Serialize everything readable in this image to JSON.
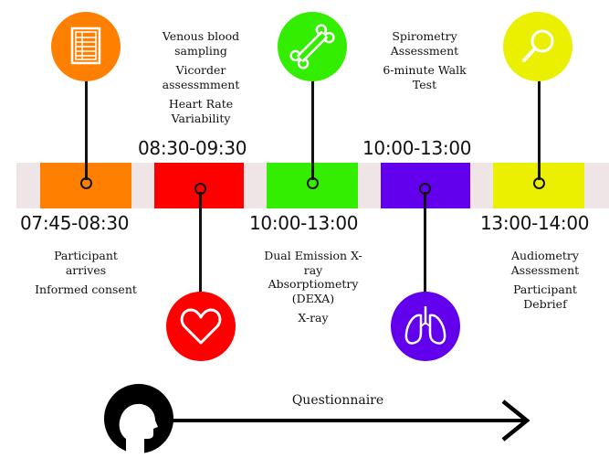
{
  "colors": {
    "orange": "#ff8000",
    "red": "#ff0000",
    "green": "#33ee00",
    "purple": "#6200ee",
    "yellow": "#eaf000",
    "band": "#efe5e6"
  },
  "stages": [
    {
      "time": "07:45-08:30",
      "icon": "document-icon",
      "descriptions": [
        "Participant arrives",
        "Informed consent"
      ]
    },
    {
      "time": "08:30-09:30",
      "icon": "heart-icon",
      "descriptions": [
        "Venous blood sampling",
        "Vicorder assessmment",
        "Heart Rate Variability"
      ]
    },
    {
      "time": "10:00-13:00",
      "icon": "bone-icon",
      "descriptions": [
        "Dual Emission X-ray Absorptiometry (DEXA)",
        "X-ray"
      ]
    },
    {
      "time": "10:00-13:00",
      "icon": "lungs-icon",
      "descriptions": [
        "Spirometry Assessment",
        "6-minute Walk Test"
      ]
    },
    {
      "time": "13:00-14:00",
      "icon": "magnifier-icon",
      "descriptions": [
        "Audiometry Assessment",
        "Participant Debrief"
      ]
    }
  ],
  "questionnaire": {
    "label": "Questionnaire",
    "icon": "head-silhouette-icon"
  }
}
